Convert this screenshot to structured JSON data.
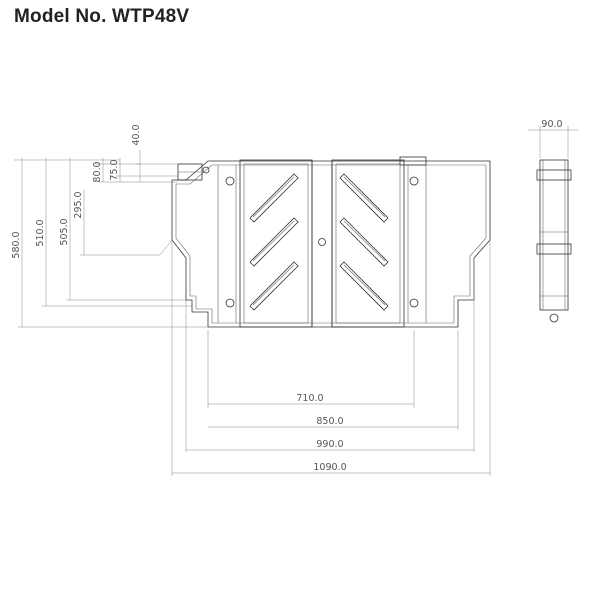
{
  "title": "Model No. WTP48V",
  "dimensions": {
    "width_710": "710.0",
    "width_850": "850.0",
    "width_990": "990.0",
    "width_1090": "1090.0",
    "height_580": "580.0",
    "height_510": "510.0",
    "height_505": "505.0",
    "height_295": "295.0",
    "height_80": "80.0",
    "height_75": "75.0",
    "height_40": "40.0",
    "depth_90": "90.0"
  },
  "colors": {
    "line": "#333333",
    "text": "#555555",
    "title": "#222222"
  }
}
